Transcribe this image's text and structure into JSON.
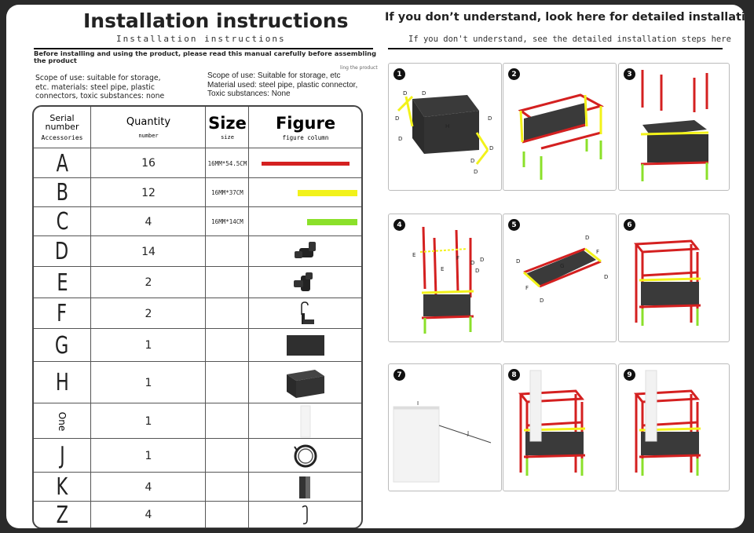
{
  "left_header": {
    "title": "Installation instructions",
    "subtitle": "Installation instructions"
  },
  "right_header": {
    "title": "If you don’t understand, look here for detailed installation steps",
    "subtitle": "If you don't understand, see the detailed installation steps here"
  },
  "notice": "Before installing and using the product, please read this manual carefully before assembling the product",
  "notice_faded": "ling the product",
  "scope_left": [
    "Scope of use: suitable for storage,",
    "etc. materials: steel pipe, plastic",
    "connectors, toxic substances: none"
  ],
  "scope_right": [
    "Scope of use: Suitable for storage, etc",
    "Material used: steel pipe, plastic connector,",
    "Toxic substances: None"
  ],
  "table": {
    "headers": {
      "serial": "Serial number",
      "serial_sub": "Accessories",
      "quantity": "Quantity",
      "quantity_sub": "number",
      "size": "Size",
      "size_sub": "size",
      "figure": "Figure",
      "figure_sub": "figure column"
    },
    "rows": [
      {
        "serial": "A",
        "quantity": "16",
        "size": "16MM*54.5CM",
        "figure": "red-pipe-long",
        "color": "#d42020"
      },
      {
        "serial": "B",
        "quantity": "12",
        "size": "16MM*37CM",
        "figure": "yellow-pipe-medium",
        "color": "#f2f21a"
      },
      {
        "serial": "C",
        "quantity": "4",
        "size": "16MM*14CM",
        "figure": "green-pipe-short",
        "color": "#8be02a"
      },
      {
        "serial": "D",
        "quantity": "14",
        "size": "",
        "figure": "three-way-connector-icon"
      },
      {
        "serial": "E",
        "quantity": "2",
        "size": "",
        "figure": "four-way-connector-icon"
      },
      {
        "serial": "F",
        "quantity": "2",
        "size": "",
        "figure": "hook-clip-icon"
      },
      {
        "serial": "G",
        "quantity": "1",
        "size": "",
        "figure": "shelf-board-icon"
      },
      {
        "serial": "H",
        "quantity": "1",
        "size": "",
        "figure": "fabric-box-icon"
      },
      {
        "serial": "One",
        "quantity": "1",
        "size": "",
        "figure": "curtain-icon"
      },
      {
        "serial": "J",
        "quantity": "1",
        "size": "",
        "figure": "cable-coil-icon"
      },
      {
        "serial": "K",
        "quantity": "4",
        "size": "",
        "figure": "foot-cap-icon"
      },
      {
        "serial": "Z",
        "quantity": "4",
        "size": "",
        "figure": "s-hook-icon"
      }
    ]
  },
  "steps": [
    "1",
    "2",
    "3",
    "4",
    "5",
    "6",
    "7",
    "8",
    "9"
  ],
  "step_labels": {
    "s1": [
      "D",
      "D",
      "D",
      "H",
      "D",
      "D",
      "D",
      "D",
      "D"
    ],
    "s4": [
      "E",
      "F",
      "E",
      "D",
      "D",
      "D"
    ],
    "s5": [
      "D",
      "D",
      "G",
      "F",
      "F",
      "D",
      "D"
    ],
    "s7": [
      "I",
      "J"
    ]
  },
  "colors": {
    "red_pipe": "#d42020",
    "yellow_pipe": "#f2f21a",
    "green_pipe": "#8be02a",
    "connector": "#222222",
    "box": "#3a3a3a"
  }
}
